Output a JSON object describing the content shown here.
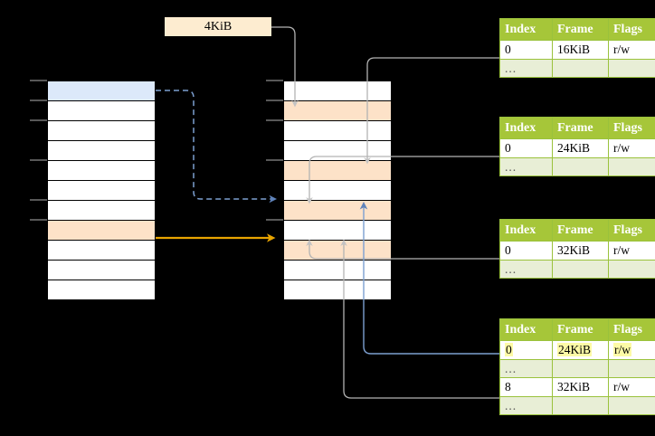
{
  "diagram": {
    "title": "multi-level page table translation diagram",
    "size_label": "4KiB",
    "colors": {
      "background": "#000000",
      "table_header": "#a6c639",
      "table_header_text": "#ffffff",
      "table_ellipsis_row": "#e8eed6",
      "highlight_yellow": "#fdfaa6",
      "row_blue": "#dce9fa",
      "row_peach": "#fde2c8",
      "label_bg": "#fdecd0",
      "wire_gray": "#b3b3b3",
      "wire_blue": "#7c9fd0",
      "wire_orange": "#e8a400",
      "arrow_blue": "#5f83bb",
      "arrow_gray": "#c3c3c3"
    }
  },
  "left_table": {
    "name": "level-1-page-table",
    "rows": [
      {
        "fill": "blue",
        "label": ""
      },
      {
        "fill": "white",
        "label": ""
      },
      {
        "fill": "white",
        "label": ""
      },
      {
        "fill": "white",
        "label": ""
      },
      {
        "fill": "white",
        "label": ""
      },
      {
        "fill": "white",
        "label": ""
      },
      {
        "fill": "white",
        "label": ""
      },
      {
        "fill": "peach",
        "label": ""
      },
      {
        "fill": "white",
        "label": ""
      },
      {
        "fill": "white",
        "label": ""
      },
      {
        "fill": "white",
        "label": ""
      }
    ]
  },
  "middle_table": {
    "name": "level-2-page-table",
    "rows": [
      {
        "fill": "white",
        "label": ""
      },
      {
        "fill": "peach",
        "label": ""
      },
      {
        "fill": "white",
        "label": ""
      },
      {
        "fill": "white",
        "label": ""
      },
      {
        "fill": "peach",
        "label": ""
      },
      {
        "fill": "white",
        "label": ""
      },
      {
        "fill": "peach",
        "label": ""
      },
      {
        "fill": "white",
        "label": ""
      },
      {
        "fill": "peach",
        "label": ""
      },
      {
        "fill": "white",
        "label": ""
      },
      {
        "fill": "white",
        "label": ""
      }
    ]
  },
  "tables": [
    {
      "id": "table-1",
      "headers": [
        "Index",
        "Frame",
        "Flags"
      ],
      "rows": [
        {
          "type": "data",
          "cells": [
            "0",
            "16KiB",
            "r/w"
          ],
          "highlight": [
            false,
            false,
            false
          ]
        },
        {
          "type": "ellipsis",
          "cells": [
            "...",
            "",
            ""
          ],
          "highlight": [
            false,
            false,
            false
          ]
        }
      ]
    },
    {
      "id": "table-2",
      "headers": [
        "Index",
        "Frame",
        "Flags"
      ],
      "rows": [
        {
          "type": "data",
          "cells": [
            "0",
            "24KiB",
            "r/w"
          ],
          "highlight": [
            false,
            false,
            false
          ]
        },
        {
          "type": "ellipsis",
          "cells": [
            "...",
            "",
            ""
          ],
          "highlight": [
            false,
            false,
            false
          ]
        }
      ]
    },
    {
      "id": "table-3",
      "headers": [
        "Index",
        "Frame",
        "Flags"
      ],
      "rows": [
        {
          "type": "data",
          "cells": [
            "0",
            "32KiB",
            "r/w"
          ],
          "highlight": [
            false,
            false,
            false
          ]
        },
        {
          "type": "ellipsis",
          "cells": [
            "...",
            "",
            ""
          ],
          "highlight": [
            false,
            false,
            false
          ]
        }
      ]
    },
    {
      "id": "table-4",
      "headers": [
        "Index",
        "Frame",
        "Flags"
      ],
      "rows": [
        {
          "type": "data",
          "cells": [
            "0",
            "24KiB",
            "r/w"
          ],
          "highlight": [
            true,
            true,
            true
          ]
        },
        {
          "type": "ellipsis",
          "cells": [
            "...",
            "",
            ""
          ],
          "highlight": [
            false,
            false,
            false
          ]
        },
        {
          "type": "data",
          "cells": [
            "8",
            "32KiB",
            "r/w"
          ],
          "highlight": [
            false,
            false,
            false
          ]
        },
        {
          "type": "ellipsis",
          "cells": [
            "...",
            "",
            ""
          ],
          "highlight": [
            false,
            false,
            false
          ]
        }
      ]
    }
  ]
}
